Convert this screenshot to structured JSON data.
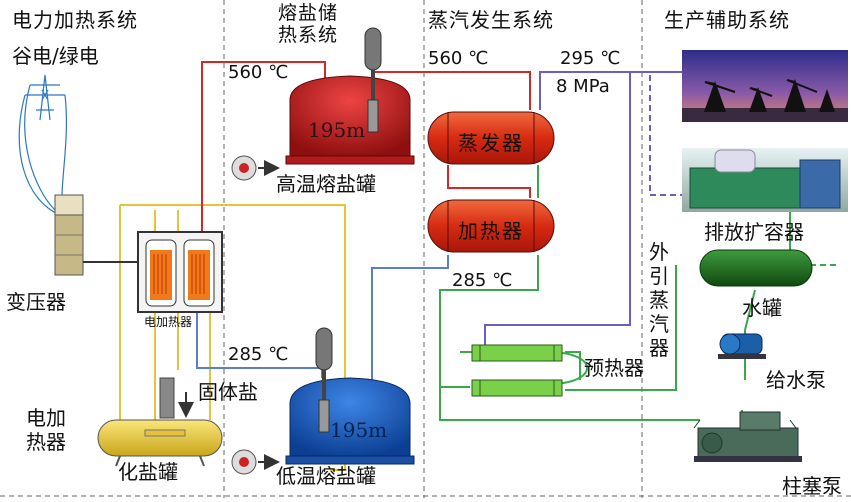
{
  "sections": {
    "electric": "电力加热系统",
    "storage_line1": "熔盐储",
    "storage_line2": "热系统",
    "steam": "蒸汽发生系统",
    "production": "生产辅助系统"
  },
  "labels": {
    "grid": "谷电/绿电",
    "transformer": "变压器",
    "electric_heater_box": "电加热器",
    "electric_heater_side": [
      "电加",
      "热器"
    ],
    "solid_salt": "固体盐",
    "melt_tank": "化盐罐",
    "hot_tank": "高温熔盐罐",
    "cold_tank": "低温熔盐罐",
    "hot_tank_inner": "195m",
    "cold_tank_inner": "195m",
    "evaporator": "蒸发器",
    "heater": "加热器",
    "preheater": "预热器",
    "external_steam": [
      "外",
      "引",
      "蒸",
      "汽",
      "器"
    ],
    "expansion_vessel": "排放扩容器",
    "water_tank": "水罐",
    "feed_pump": "给水泵",
    "plunger_pump": "柱塞泵"
  },
  "values": {
    "hot_salt_temp": "560 ℃",
    "steam_in_temp": "560 ℃",
    "steam_out_temp": "295 ℃",
    "steam_pressure": "8 MPa",
    "heater_out_temp": "285 ℃",
    "cold_salt_temp": "285 ℃"
  },
  "colors": {
    "hot_line": "#d22a2a",
    "cold_line": "#5a7fc8",
    "power_line": "#e8c23a",
    "water_line": "#3aa84a",
    "steam_line": "#6a5fc0",
    "hot_tank": "#c21d1d",
    "cold_tank": "#1d62c8",
    "vessel_red": "#e0351e",
    "preheater_green": "#7bd04a",
    "water_tank_green": "#1f6b1f",
    "melt_tank_yellow": "#efd23a"
  }
}
